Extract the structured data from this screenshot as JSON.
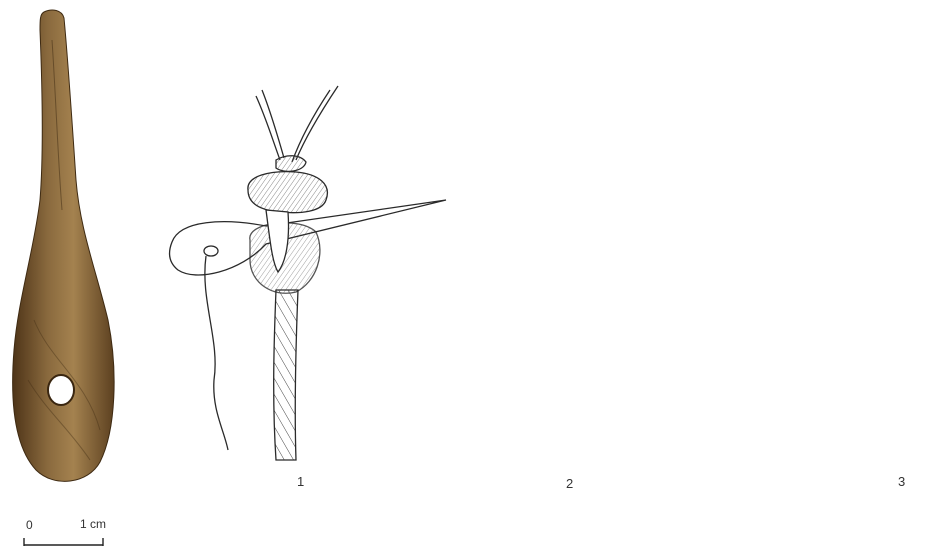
{
  "figure": {
    "panel_labels": [
      "1",
      "2",
      "3"
    ],
    "scale_bar": {
      "start_label": "0",
      "end_label": "1 cm"
    },
    "colors": {
      "wood_dark": "#5a3d1e",
      "wood_mid": "#8a6a3e",
      "wood_light": "#b8955f",
      "ink": "#2a2a2a",
      "background": "#ffffff"
    }
  }
}
